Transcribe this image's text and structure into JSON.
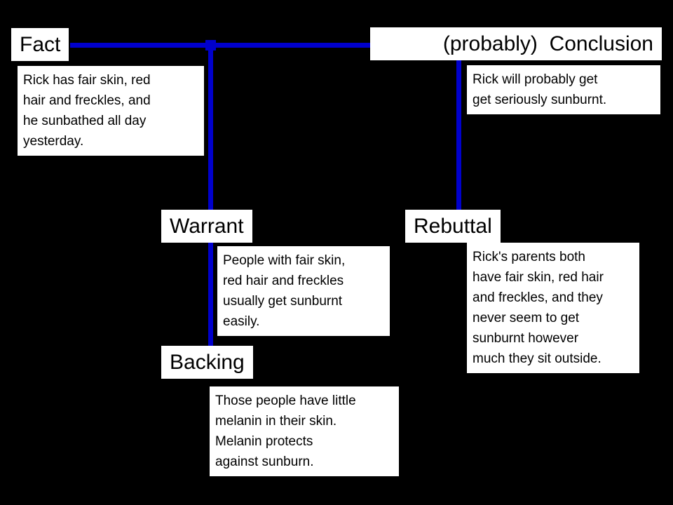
{
  "colors": {
    "background": "#000000",
    "arrow": "#0000cc",
    "box_bg": "#ffffff",
    "text": "#000000"
  },
  "nodes": {
    "fact": {
      "label": "Fact",
      "text": "Rick has fair skin, red\nhair and freckles, and\nhe sunbathed all day\nyesterday."
    },
    "conclusion": {
      "label": "(probably)  Conclusion",
      "text": "Rick will probably get\nget seriously sunburnt."
    },
    "warrant": {
      "label": "Warrant",
      "text": "People with fair skin,\nred hair and freckles\nusually get sunburnt\neasily."
    },
    "backing": {
      "label": "Backing",
      "text": "Those people have little\nmelanin in their skin.\nMelanin protects\nagainst sunburn."
    },
    "rebuttal": {
      "label": "Rebuttal",
      "text": "Rick's parents both\nhave fair skin, red hair\nand freckles, and they\nnever seem to get\nsunburnt however\nmuch they sit outside."
    }
  }
}
